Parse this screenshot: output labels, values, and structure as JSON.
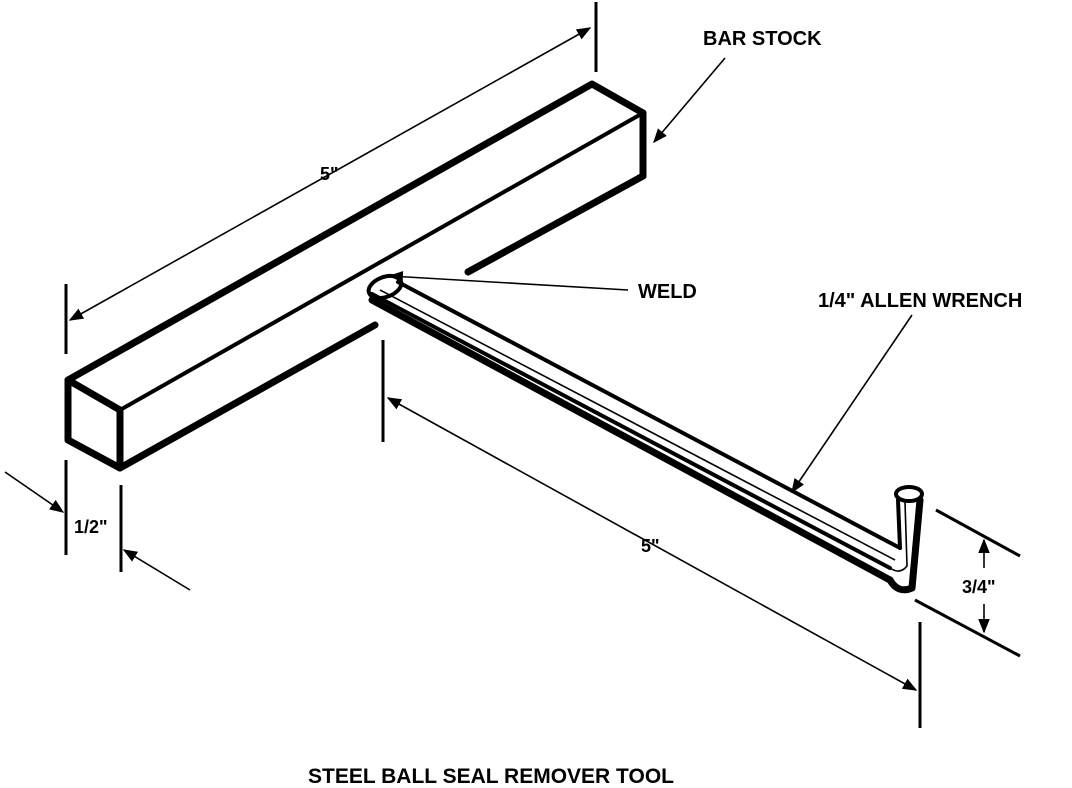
{
  "labels": {
    "bar_stock": "BAR STOCK",
    "weld": "WELD",
    "allen_wrench": "1/4\" ALLEN WRENCH",
    "bar_length": "5\"",
    "bar_thickness": "1/2\"",
    "wrench_length": "5\"",
    "wrench_bend": "3/4\"",
    "caption": "STEEL BALL SEAL REMOVER TOOL"
  }
}
